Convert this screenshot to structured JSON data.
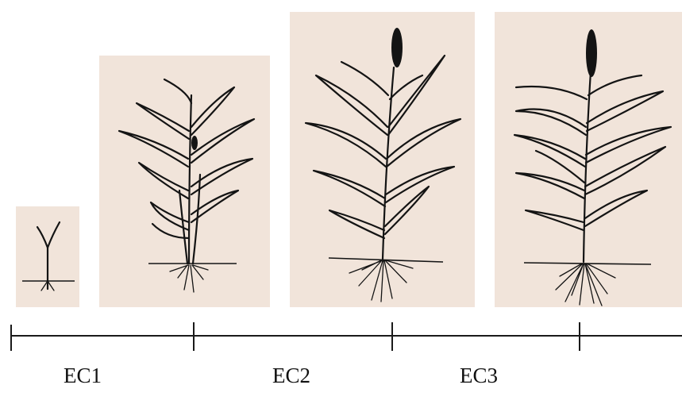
{
  "stages": [
    {
      "id": "ec1",
      "label": "EC1"
    },
    {
      "id": "ec2",
      "label": "EC2"
    },
    {
      "id": "ec3",
      "label": "EC3"
    }
  ],
  "colors": {
    "panel_background": "#f1e4da",
    "ink": "#141414",
    "page_background": "#ffffff"
  }
}
